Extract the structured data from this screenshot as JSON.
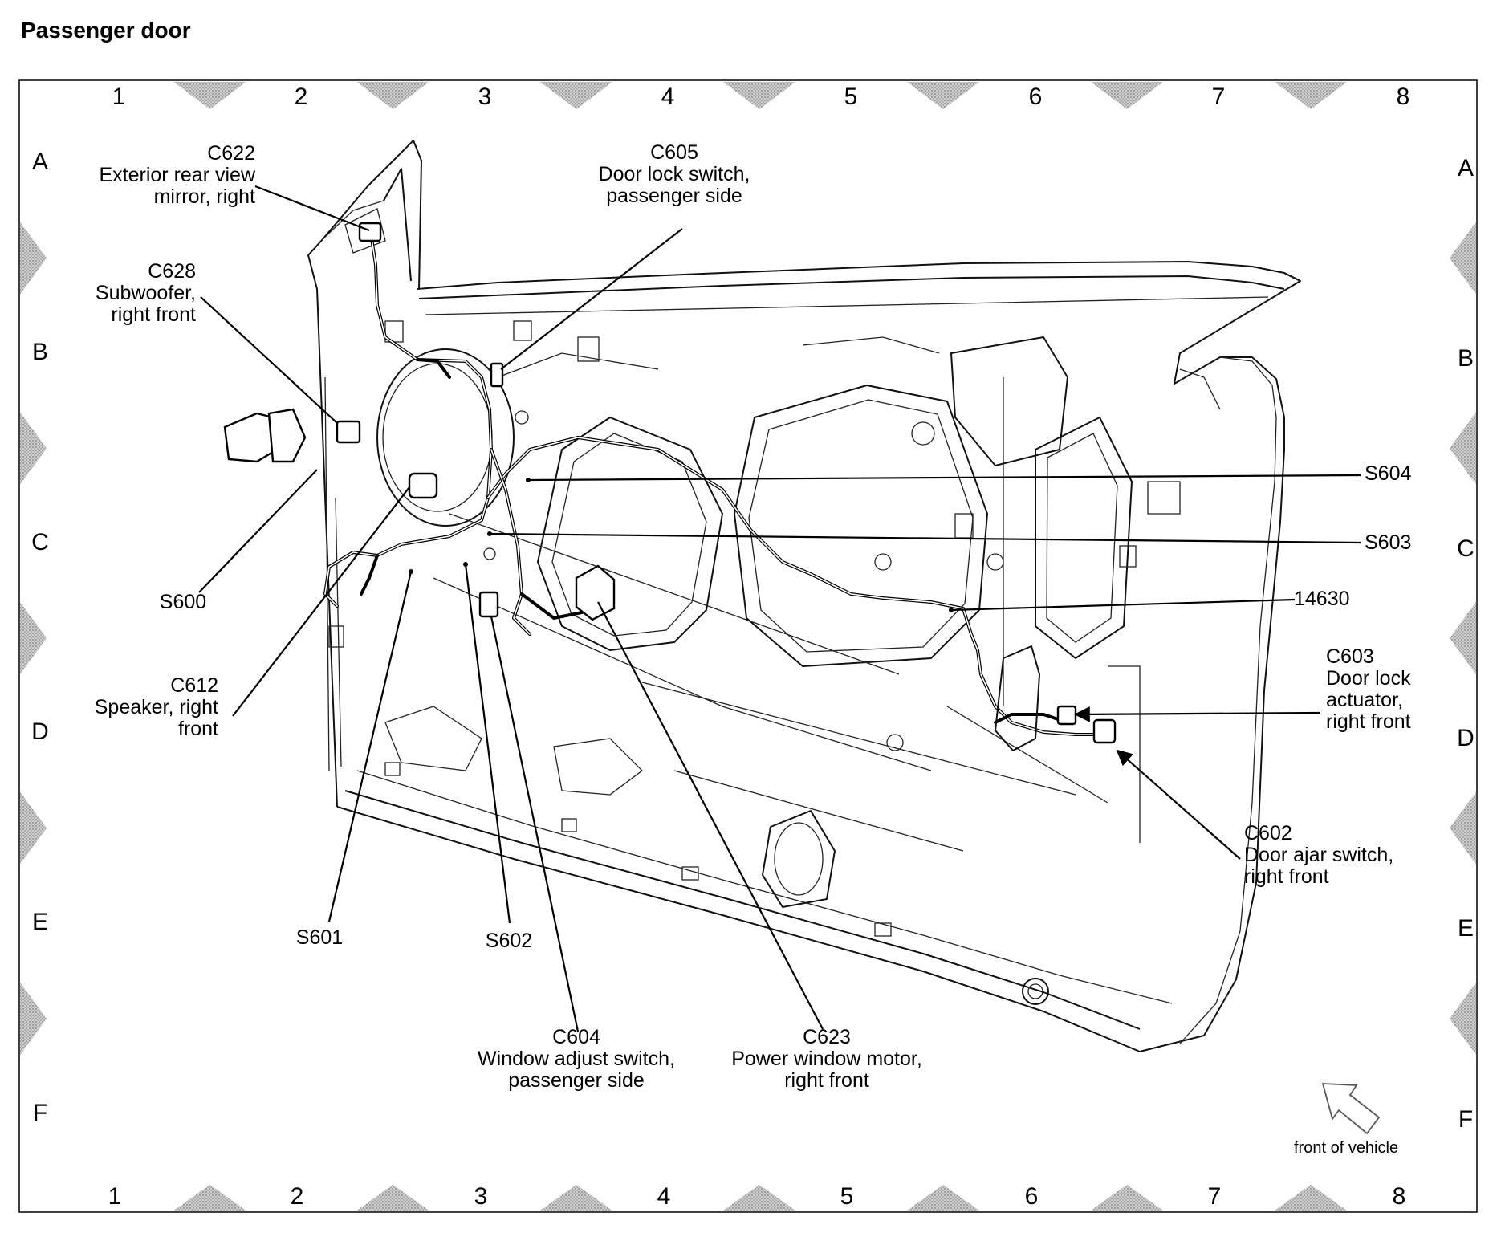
{
  "title": "Passenger door",
  "grid": {
    "columns": [
      "1",
      "2",
      "3",
      "4",
      "5",
      "6",
      "7",
      "8"
    ],
    "rows": [
      "A",
      "B",
      "C",
      "D",
      "E",
      "F"
    ]
  },
  "callouts": [
    {
      "id": "c622",
      "lines": [
        "C622",
        "Exterior rear view",
        "mirror, right"
      ]
    },
    {
      "id": "c605",
      "lines": [
        "C605",
        "Door lock switch,",
        "passenger side"
      ]
    },
    {
      "id": "c628",
      "lines": [
        "C628",
        "Subwoofer,",
        "right front"
      ]
    },
    {
      "id": "s600",
      "lines": [
        "S600"
      ]
    },
    {
      "id": "c612",
      "lines": [
        "C612",
        "Speaker, right",
        "front"
      ]
    },
    {
      "id": "s604",
      "lines": [
        "S604"
      ]
    },
    {
      "id": "s603",
      "lines": [
        "S603"
      ]
    },
    {
      "id": "h14630",
      "lines": [
        "14630"
      ]
    },
    {
      "id": "c603",
      "lines": [
        "C603",
        "Door lock",
        "actuator,",
        "right front"
      ]
    },
    {
      "id": "c602",
      "lines": [
        "C602",
        "Door ajar switch,",
        "right front"
      ]
    },
    {
      "id": "s601",
      "lines": [
        "S601"
      ]
    },
    {
      "id": "s602",
      "lines": [
        "S602"
      ]
    },
    {
      "id": "c604",
      "lines": [
        "C604",
        "Window adjust switch,",
        "passenger side"
      ]
    },
    {
      "id": "c623",
      "lines": [
        "C623",
        "Power window motor,",
        "right front"
      ]
    }
  ],
  "orientation": {
    "label": "front of vehicle",
    "icon": "arrow-outline-icon"
  }
}
